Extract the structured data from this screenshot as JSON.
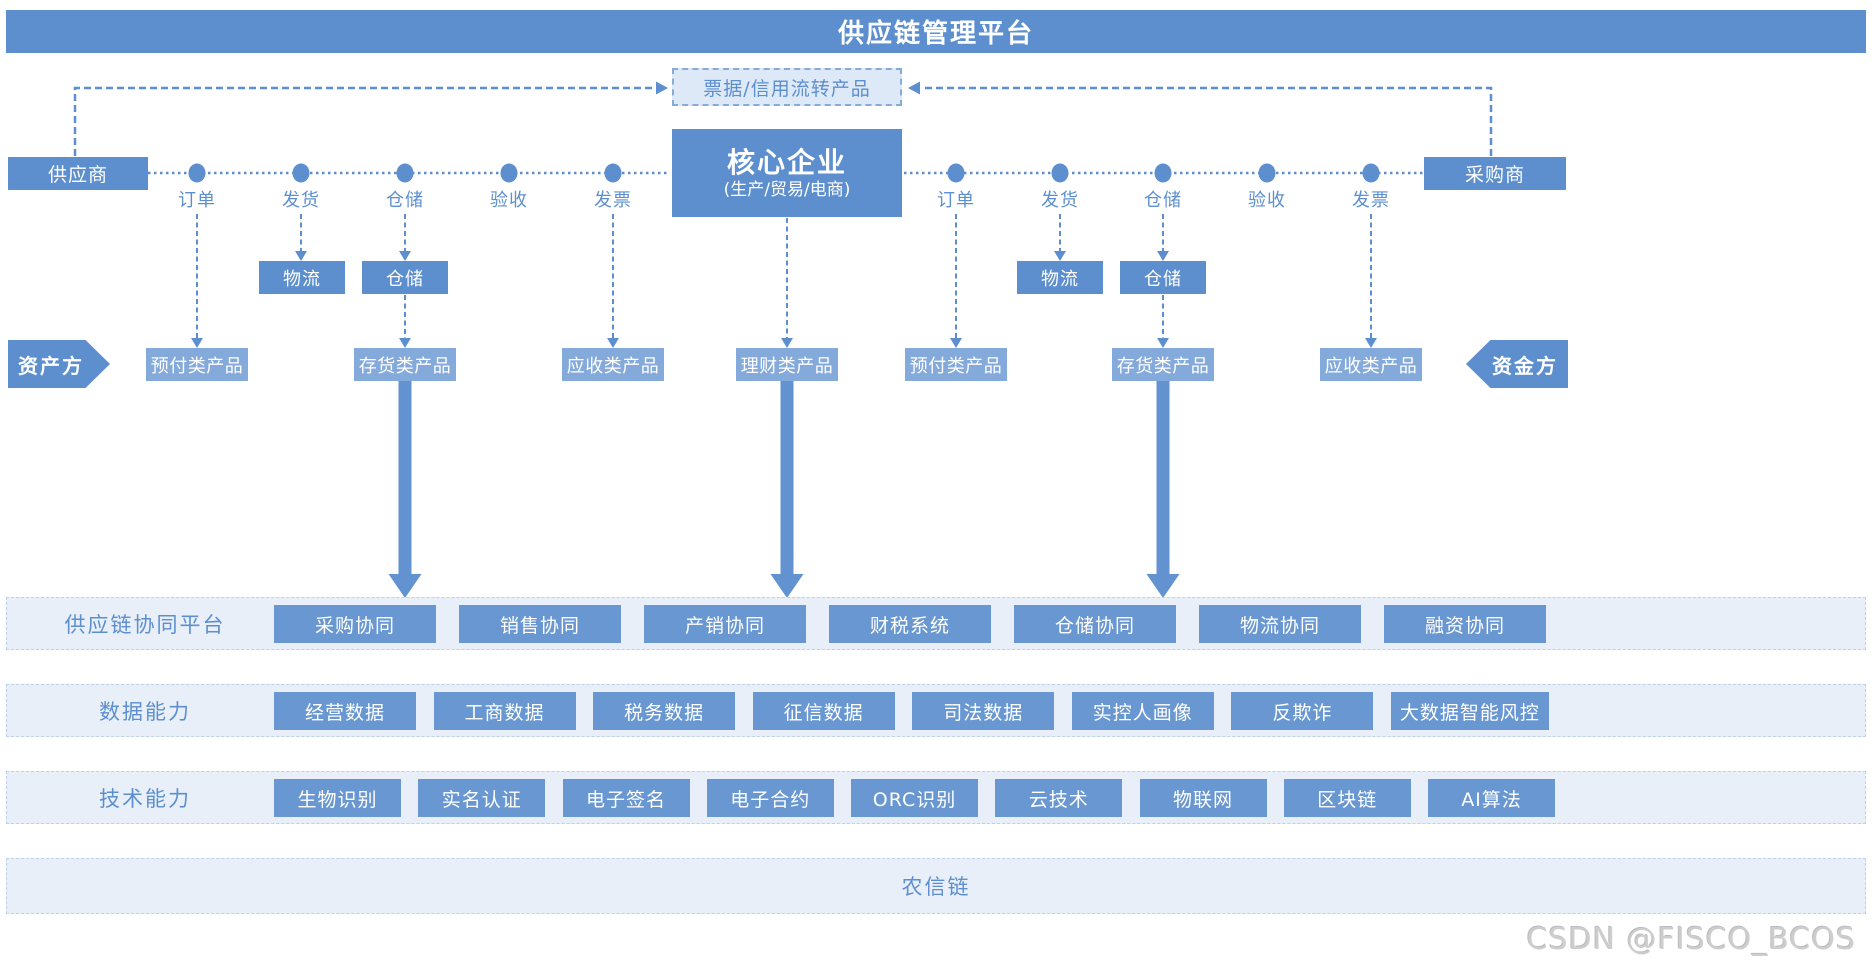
{
  "title": "供应链管理平台",
  "colors": {
    "primary_blue": "#5d8fce",
    "band_item_blue": "#6997d1",
    "product_blue": "#84aadb",
    "band_bg": "#e8eff8",
    "note_bg": "#dde9f6",
    "watermark_gray": "#cdcdcd"
  },
  "note_box": {
    "label": "票据/信用流转产品"
  },
  "core_box": {
    "title": "核心企业",
    "subtitle": "(生产/贸易/电商)"
  },
  "parties": {
    "supplier": "供应商",
    "buyer": "采购商",
    "asset_side": "资产方",
    "fund_side": "资金方"
  },
  "steps": [
    "订单",
    "发货",
    "仓储",
    "验收",
    "发票"
  ],
  "process_boxes": {
    "logistics": "物流",
    "warehouse": "仓储"
  },
  "products": {
    "prepaid": "预付类产品",
    "inventory": "存货类产品",
    "receivable": "应收类产品",
    "wealth": "理财类产品"
  },
  "bands": [
    {
      "label": "供应链协同平台",
      "items": [
        "采购协同",
        "销售协同",
        "产销协同",
        "财税系统",
        "仓储协同",
        "物流协同",
        "融资协同"
      ]
    },
    {
      "label": "数据能力",
      "items": [
        "经营数据",
        "工商数据",
        "税务数据",
        "征信数据",
        "司法数据",
        "实控人画像",
        "反欺诈",
        "大数据智能风控"
      ]
    },
    {
      "label": "技术能力",
      "items": [
        "生物识别",
        "实名认证",
        "电子签名",
        "电子合约",
        "ORC识别",
        "云技术",
        "物联网",
        "区块链",
        "AI算法"
      ]
    },
    {
      "label": "农信链",
      "items": []
    }
  ],
  "watermark": "CSDN @FISCO_BCOS"
}
